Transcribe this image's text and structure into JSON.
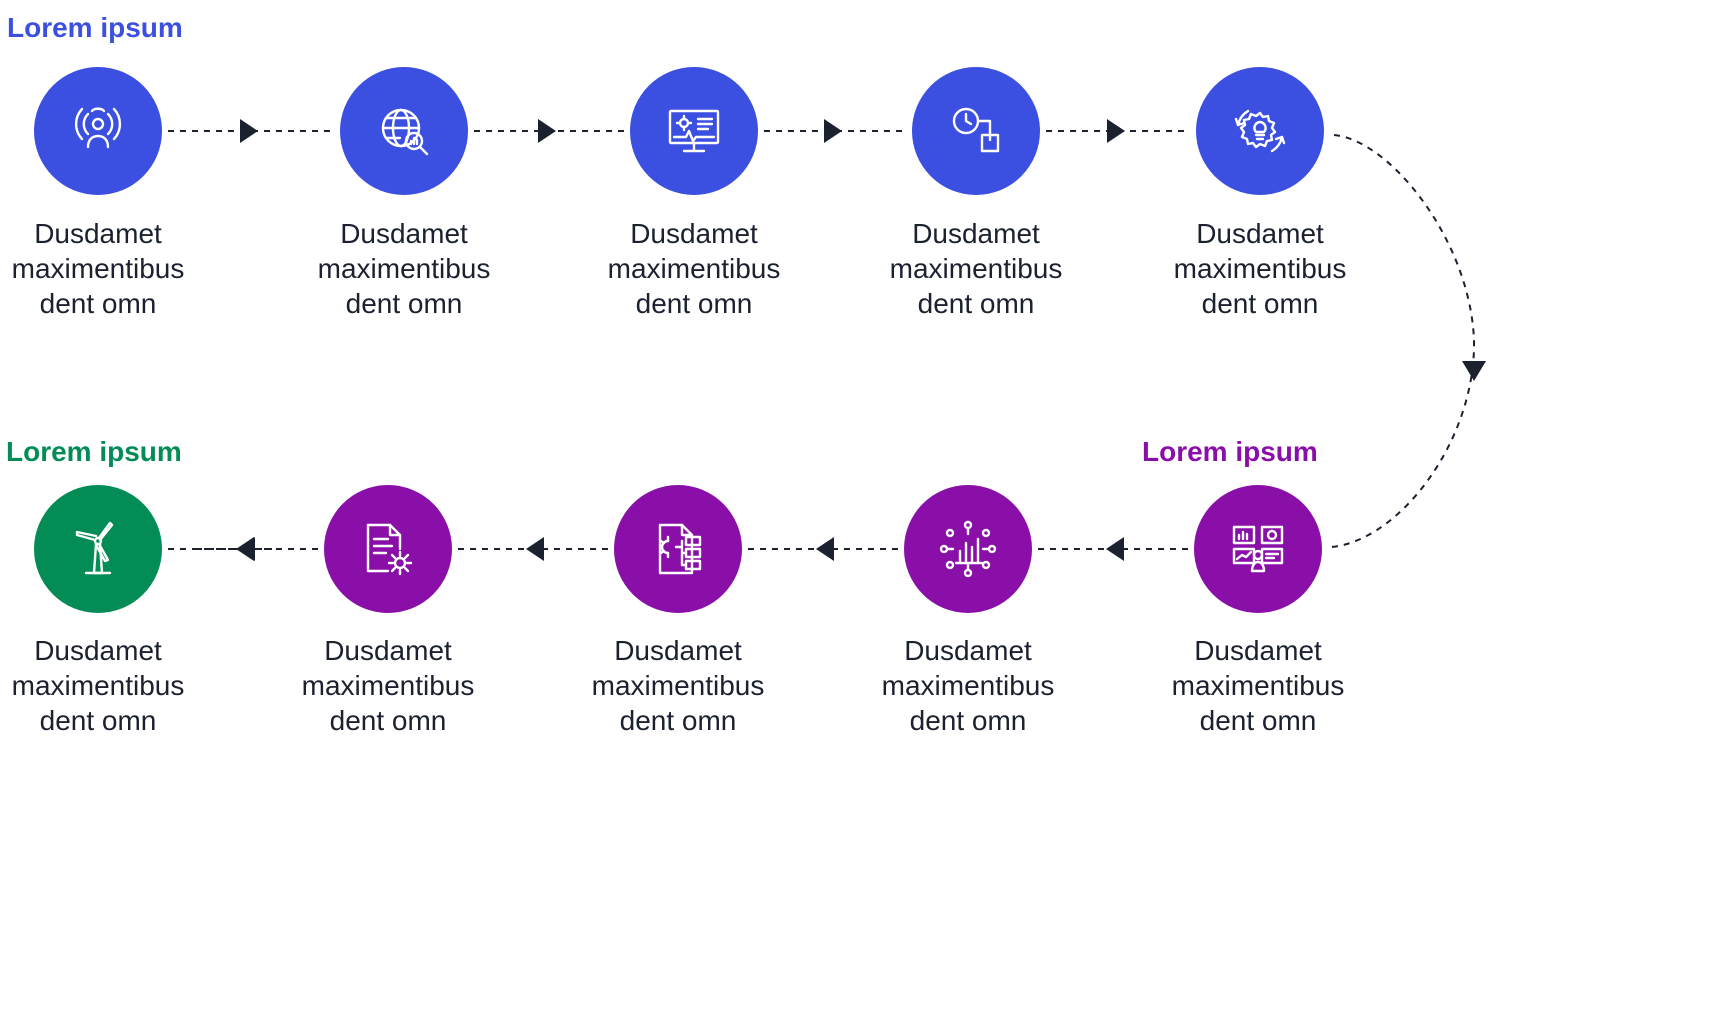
{
  "colors": {
    "blue": "#3b4fe0",
    "purple": "#8a0fa8",
    "green": "#038c55",
    "connector": "#1c2130"
  },
  "labels": {
    "start": "Lorem ipsum",
    "middle": "Lorem ipsum",
    "end": "Lorem ipsum"
  },
  "steps": [
    {
      "id": "s1",
      "icon": "signal-person-icon",
      "color": "blue",
      "line1": "Dusdamet",
      "line2": "maximentibus",
      "line3": "dent omn"
    },
    {
      "id": "s2",
      "icon": "globe-search-icon",
      "color": "blue",
      "line1": "Dusdamet",
      "line2": "maximentibus",
      "line3": "dent omn"
    },
    {
      "id": "s3",
      "icon": "monitor-settings-icon",
      "color": "blue",
      "line1": "Dusdamet",
      "line2": "maximentibus",
      "line3": "dent omn"
    },
    {
      "id": "s4",
      "icon": "clock-box-icon",
      "color": "blue",
      "line1": "Dusdamet",
      "line2": "maximentibus",
      "line3": "dent omn"
    },
    {
      "id": "s5",
      "icon": "gear-bulb-cycle-icon",
      "color": "blue",
      "line1": "Dusdamet",
      "line2": "maximentibus",
      "line3": "dent omn"
    },
    {
      "id": "s6",
      "icon": "dashboard-person-icon",
      "color": "purple",
      "line1": "Dusdamet",
      "line2": "maximentibus",
      "line3": "dent omn"
    },
    {
      "id": "s7",
      "icon": "network-chart-icon",
      "color": "purple",
      "line1": "Dusdamet",
      "line2": "maximentibus",
      "line3": "dent omn"
    },
    {
      "id": "s8",
      "icon": "document-flow-icon",
      "color": "purple",
      "line1": "Dusdamet",
      "line2": "maximentibus",
      "line3": "dent omn"
    },
    {
      "id": "s9",
      "icon": "document-gear-icon",
      "color": "purple",
      "line1": "Dusdamet",
      "line2": "maximentibus",
      "line3": "dent omn"
    },
    {
      "id": "s10",
      "icon": "wind-turbine-icon",
      "color": "green",
      "line1": "Dusdamet",
      "line2": "maximentibus",
      "line3": "dent omn"
    }
  ]
}
